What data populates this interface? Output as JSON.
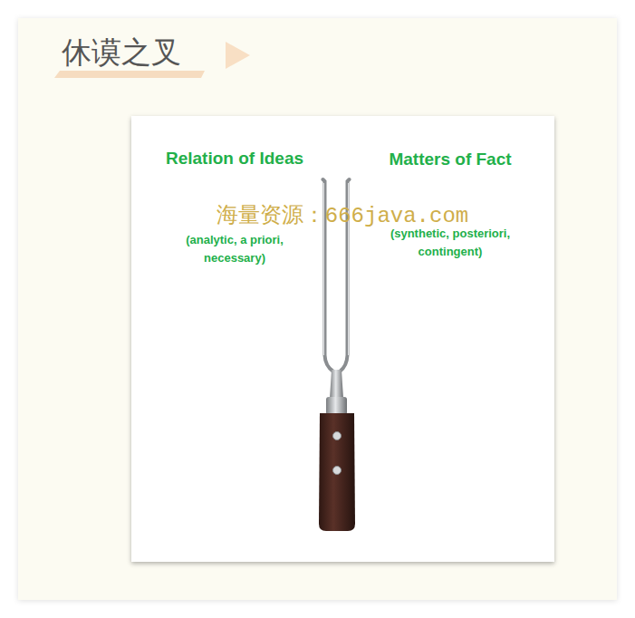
{
  "diagram": {
    "title": "休谟之叉",
    "labels": [
      "Relation of Ideas",
      "(analytic, a priori, necessary)",
      "Matters of Fact",
      "(synthetic, posteriori, contingent)",
      "海量资源：666java.com"
    ]
  }
}
